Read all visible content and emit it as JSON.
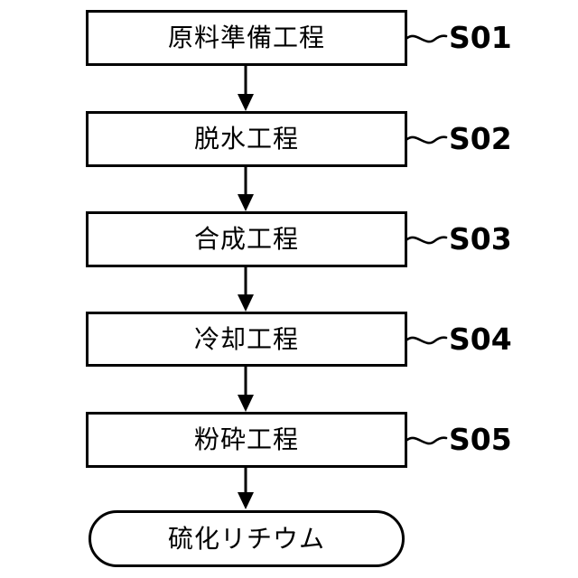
{
  "diagram": {
    "type": "flowchart",
    "orientation": "vertical",
    "background_color": "#ffffff",
    "line_color": "#000000",
    "nodes": [
      {
        "id": "S01",
        "shape": "rectangle",
        "label": "原料準備工程",
        "tag": "S01"
      },
      {
        "id": "S02",
        "shape": "rectangle",
        "label": "脱水工程",
        "tag": "S02"
      },
      {
        "id": "S03",
        "shape": "rectangle",
        "label": "合成工程",
        "tag": "S03"
      },
      {
        "id": "S04",
        "shape": "rectangle",
        "label": "冷却工程",
        "tag": "S04"
      },
      {
        "id": "S05",
        "shape": "rectangle",
        "label": "粉砕工程",
        "tag": "S05"
      },
      {
        "id": "OUT",
        "shape": "stadium",
        "label": "硫化リチウム",
        "tag": ""
      }
    ],
    "connectors": [
      {
        "from": "S01",
        "to": "S02",
        "style": "solid-arrow-down"
      },
      {
        "from": "S02",
        "to": "S03",
        "style": "solid-arrow-down"
      },
      {
        "from": "S03",
        "to": "S04",
        "style": "solid-arrow-down"
      },
      {
        "from": "S04",
        "to": "S05",
        "style": "solid-arrow-down"
      },
      {
        "from": "S05",
        "to": "OUT",
        "style": "solid-arrow-down"
      }
    ],
    "leaders": [
      {
        "for": "S01",
        "style": "wavy-tilde"
      },
      {
        "for": "S02",
        "style": "wavy-tilde"
      },
      {
        "for": "S03",
        "style": "wavy-tilde"
      },
      {
        "for": "S04",
        "style": "wavy-tilde"
      },
      {
        "for": "S05",
        "style": "wavy-tilde"
      }
    ]
  }
}
